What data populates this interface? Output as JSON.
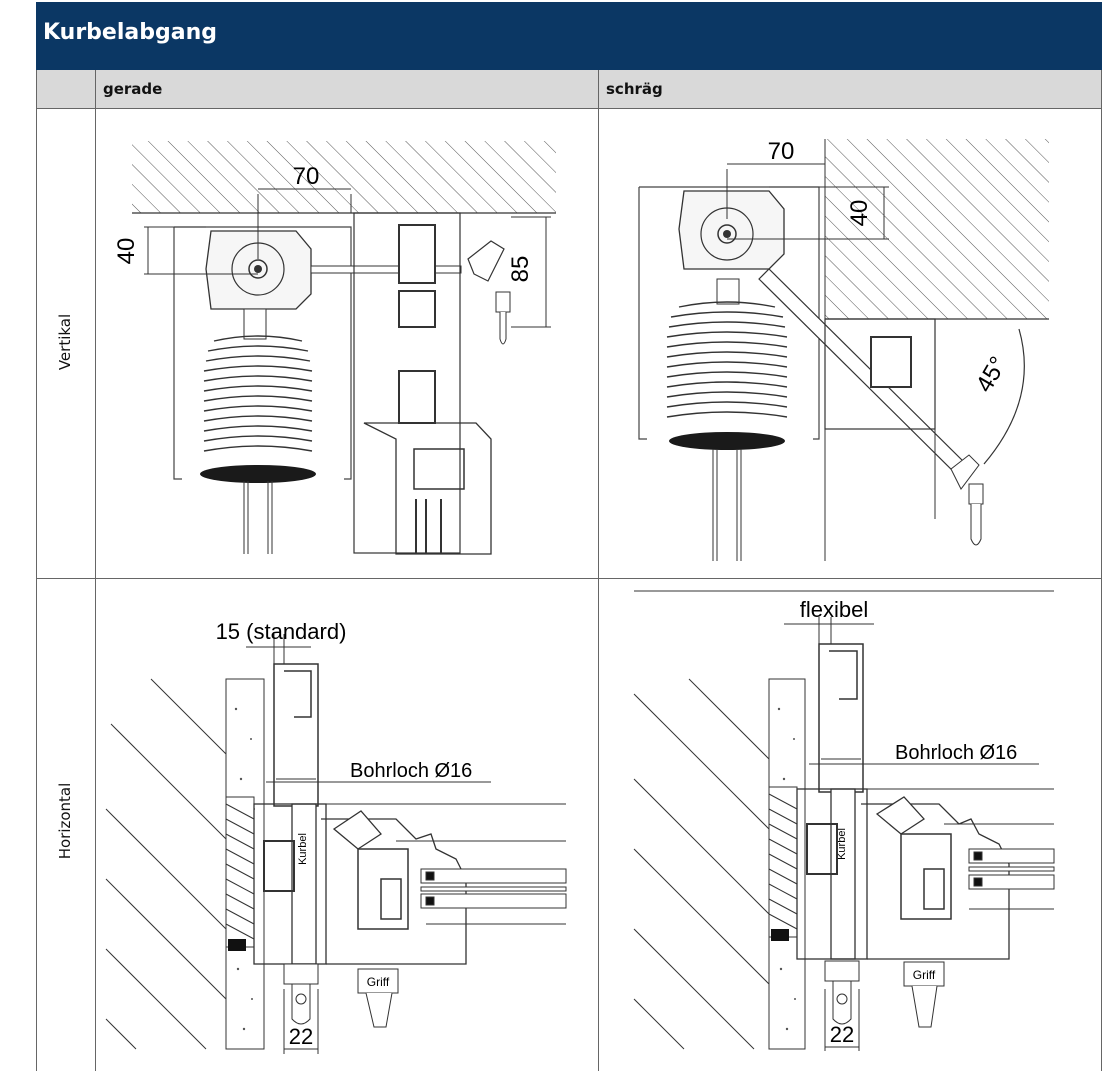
{
  "header": {
    "title": "Kurbelabgang"
  },
  "columns": {
    "col1": "gerade",
    "col2": "schräg"
  },
  "rows": {
    "row1": "Vertikal",
    "row2": "Horizontal"
  },
  "diagrams": {
    "vertical_straight": {
      "dim_70": "70",
      "dim_40": "40",
      "dim_85": "85"
    },
    "vertical_angled": {
      "dim_70": "70",
      "dim_40": "40",
      "angle": "45°"
    },
    "horizontal_straight": {
      "top_dim": "15 (standard)",
      "bohrloch": "Bohrloch Ø16",
      "kurbel": "Kurbel",
      "griff": "Griff",
      "dim_22": "22"
    },
    "horizontal_angled": {
      "top_dim": "flexibel",
      "bohrloch": "Bohrloch Ø16",
      "kurbel": "Kurbel",
      "griff": "Griff",
      "dim_22": "22"
    }
  }
}
